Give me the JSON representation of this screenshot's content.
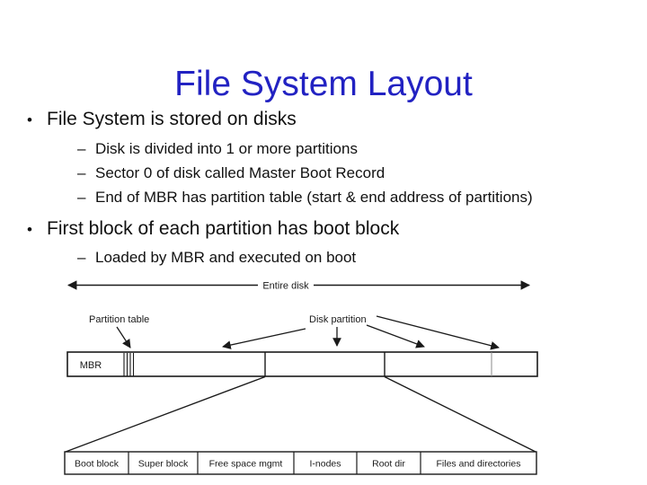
{
  "slide": {
    "title": "File System Layout",
    "bullets": [
      {
        "label": "File System is stored on disks",
        "sub": [
          "Disk is divided into 1 or more partitions",
          "Sector 0 of disk called Master Boot Record",
          "End of MBR has partition table (start & end address of partitions)"
        ]
      },
      {
        "label": "First block of each partition has boot block",
        "sub": [
          "Loaded by MBR and executed on boot"
        ]
      }
    ],
    "bullet_glyph": "•",
    "dash_glyph": "–"
  },
  "diagram": {
    "entire_disk_label": "Entire disk",
    "partition_table_label": "Partition table",
    "disk_partition_label": "Disk partition",
    "mbr_label": "MBR",
    "bottom_cells": [
      "Boot block",
      "Super block",
      "Free space mgmt",
      "I-nodes",
      "Root dir",
      "Files and directories"
    ]
  },
  "colors": {
    "title_blue": "#2222C2",
    "text": "#111111",
    "line": "#1a1a1a",
    "thin_divider_gray": "#8a8a8a"
  }
}
